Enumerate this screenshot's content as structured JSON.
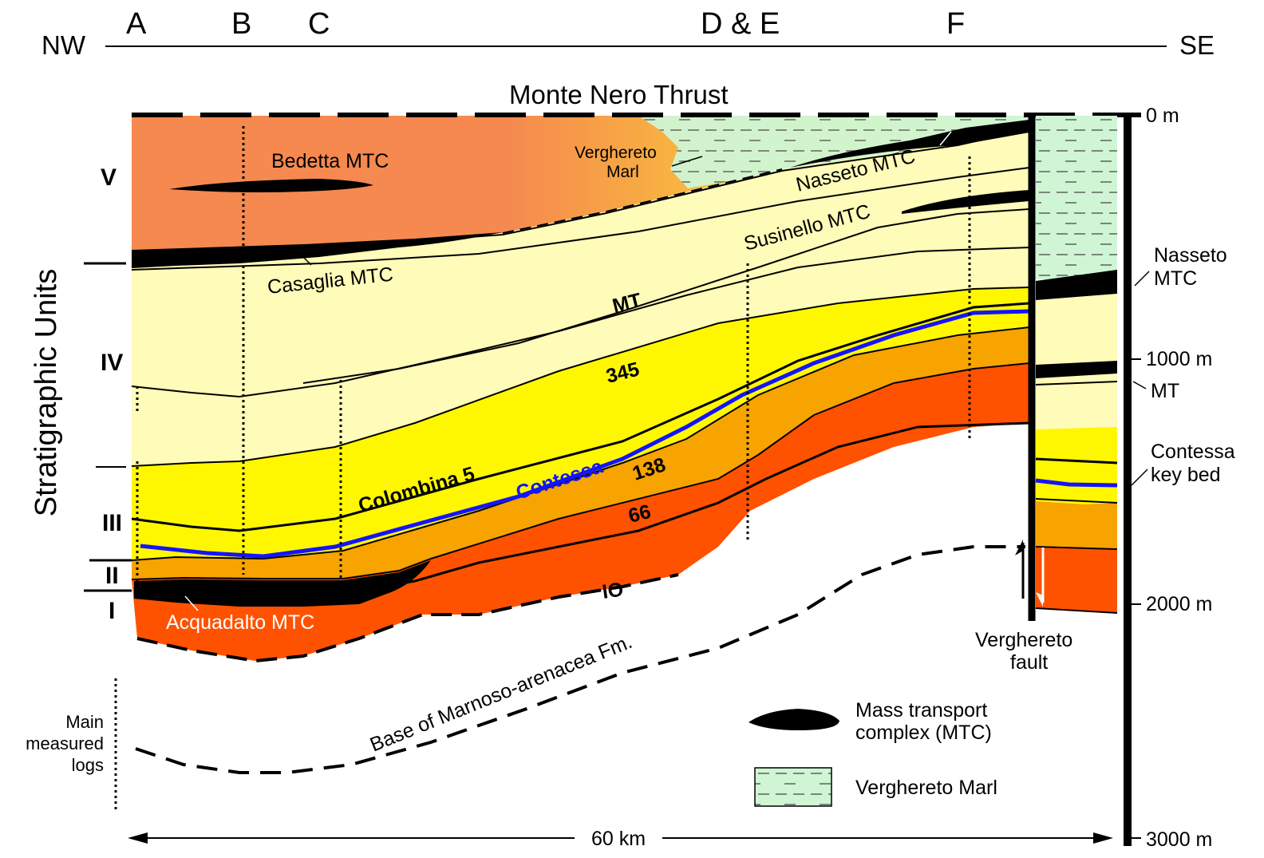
{
  "header": {
    "nw": "NW",
    "se": "SE",
    "locations": [
      "A",
      "B",
      "C",
      "D & E",
      "F"
    ]
  },
  "thrust_label": "Monte Nero Thrust",
  "axis_title": "Stratigraphic Units",
  "units": [
    "V",
    "IV",
    "III",
    "II",
    "I"
  ],
  "mtc_labels": {
    "bedetta": "Bedetta MTC",
    "casaglia": "Casaglia MTC",
    "nasseto": "Nasseto MTC",
    "susinello": "Susinello MTC",
    "acquadalto": "Acquadalto MTC"
  },
  "marl_label": [
    "Verghereto",
    "Marl"
  ],
  "horizons": {
    "mt": "MT",
    "h345": "345",
    "colombina": "Colombina 5",
    "contessa": "Contessa",
    "h138": "138",
    "h66": "66",
    "io": "IO"
  },
  "base_label": "Base of Marnoso-arenacea Fm.",
  "fault_label": [
    "Verghereto",
    "fault"
  ],
  "column_labels": {
    "nasseto": [
      "Nasseto",
      "MTC"
    ],
    "mt": "MT",
    "contessa": [
      "Contessa",
      "key bed"
    ]
  },
  "depth_scale": [
    "0 m",
    "1000 m",
    "2000 m",
    "3000 m"
  ],
  "logs_label": [
    "Main",
    "measured",
    "logs"
  ],
  "legend": {
    "mtc": [
      "Mass transport",
      "complex (MTC)"
    ],
    "marl": "Verghereto Marl"
  },
  "distance_label": "60 km",
  "colors": {
    "unit_v": "#f5894f",
    "unit_iv": "#fffbb8",
    "unit_iii": "#fff700",
    "unit_ii": "#f7a300",
    "unit_i": "#ff5200",
    "marl": "#cff5d4",
    "mtc": "#000000",
    "contessa_bed": "#1414ff"
  }
}
